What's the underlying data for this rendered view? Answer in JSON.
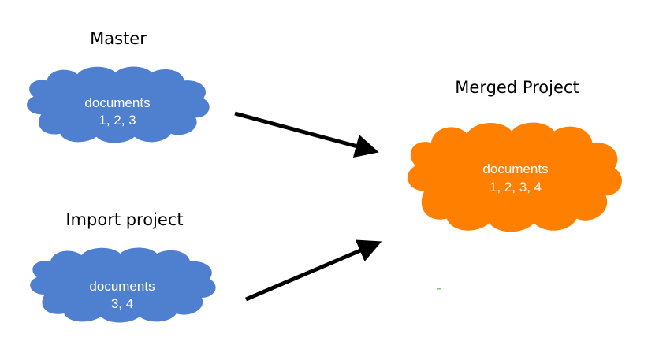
{
  "colors": {
    "source_cloud": "#4f7fcf",
    "merged_cloud": "#ff7f00",
    "arrow": "#000000",
    "heading_text": "#000000",
    "cloud_text": "#ffffff"
  },
  "master": {
    "heading": "Master",
    "line1": "documents",
    "line2": "1, 2, 3"
  },
  "import": {
    "heading": "Import project",
    "line1": "documents",
    "line2": "3, 4"
  },
  "merged": {
    "heading": "Merged Project",
    "line1": "documents",
    "line2": "1, 2, 3, 4"
  }
}
